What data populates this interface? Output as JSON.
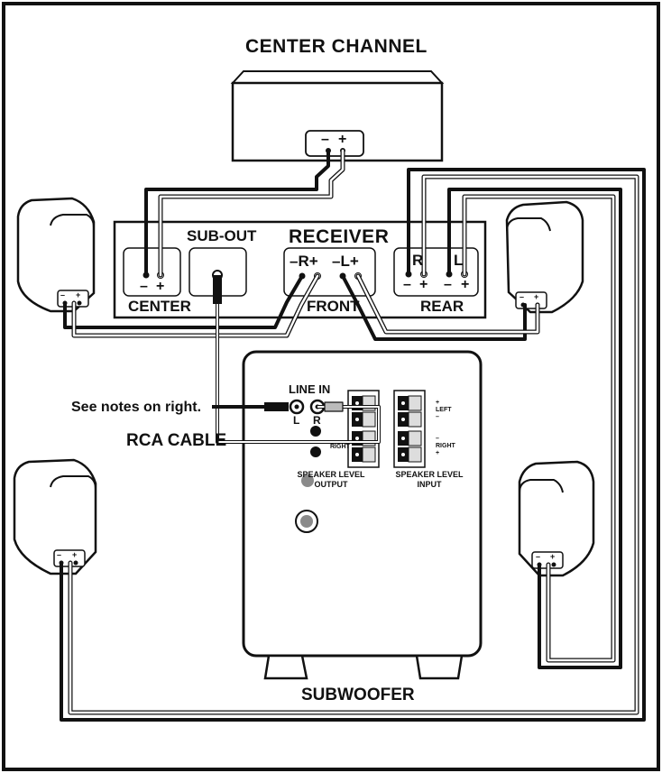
{
  "center_channel": {
    "title": "CENTER CHANNEL",
    "minus": "–",
    "plus": "+"
  },
  "receiver": {
    "title": "RECEIVER",
    "sub_out": "SUB-OUT",
    "center": {
      "label": "CENTER",
      "minus": "–",
      "plus": "+"
    },
    "front": {
      "label": "FRONT",
      "r": "–R+",
      "l": "–L+"
    },
    "rear": {
      "label": "REAR",
      "r": "R",
      "l": "L",
      "minus_r": "–",
      "plus_r": "+",
      "minus_l": "–",
      "plus_l": "+"
    }
  },
  "subwoofer": {
    "title": "SUBWOOFER",
    "line_in": "LINE IN",
    "line_in_l": "L",
    "line_in_r": "R",
    "right_small": "RIGHT",
    "speaker_level_output": [
      "SPEAKER LEVEL",
      "OUTPUT"
    ],
    "speaker_level_input": [
      "SPEAKER LEVEL",
      "INPUT"
    ],
    "input_left": [
      "+",
      "LEFT",
      "–"
    ],
    "input_right": [
      "–",
      "RIGHT",
      "+"
    ]
  },
  "notes": "See notes on right.",
  "rca_cable": "RCA CABLE",
  "speaker_terminals": {
    "minus": "–",
    "plus": "+"
  },
  "colors": {
    "wire_dark": "#1a1a1a",
    "wire_light": "#9e9e9e",
    "background": "#ffffff",
    "knob": "#8a8a8a"
  }
}
